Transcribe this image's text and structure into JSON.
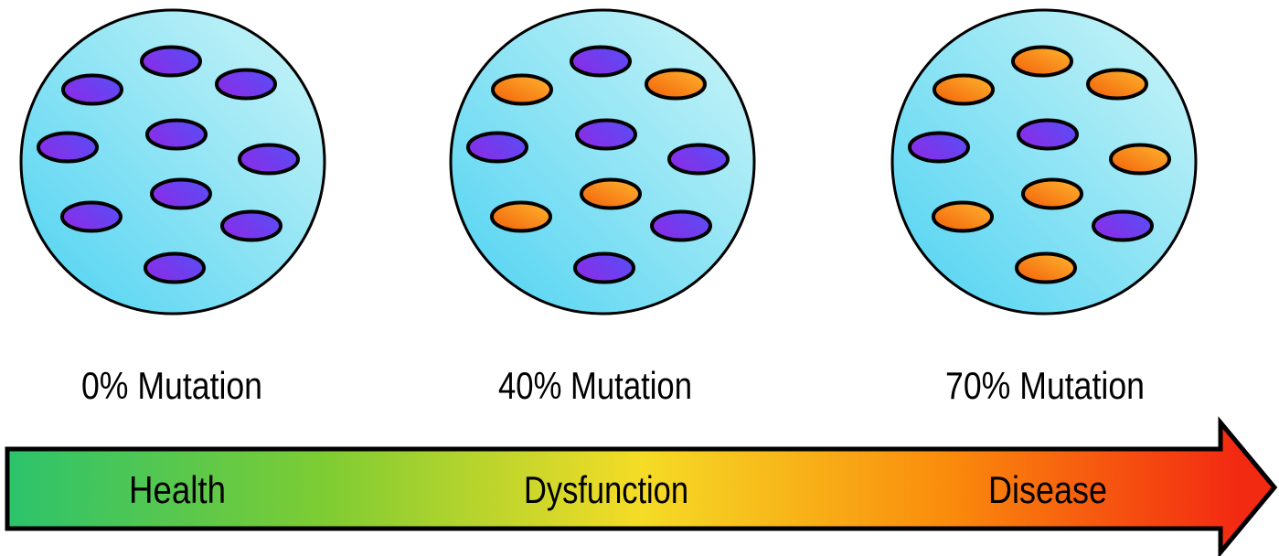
{
  "figure": {
    "cells": [
      {
        "label": "0% Mutation",
        "mutation_percent": 0,
        "total_organelles": 10,
        "mutant_count": 0,
        "organelles": [
          "normal",
          "normal",
          "normal",
          "normal",
          "normal",
          "normal",
          "normal",
          "normal",
          "normal",
          "normal"
        ]
      },
      {
        "label": "40% Mutation",
        "mutation_percent": 40,
        "total_organelles": 10,
        "mutant_count": 4,
        "organelles": [
          "normal",
          "mutant",
          "mutant",
          "normal",
          "normal",
          "normal",
          "mutant",
          "mutant",
          "normal",
          "normal"
        ]
      },
      {
        "label": "70% Mutation",
        "mutation_percent": 70,
        "total_organelles": 10,
        "mutant_count": 7,
        "organelles": [
          "mutant",
          "mutant",
          "mutant",
          "normal",
          "normal",
          "mutant",
          "mutant",
          "mutant",
          "normal",
          "mutant"
        ]
      }
    ],
    "axis": {
      "labels": [
        "Health",
        "Dysfunction",
        "Disease"
      ]
    },
    "colors": {
      "cell_fill_start": "#4ED2F2",
      "cell_fill_end": "#CDF5F7",
      "normal_start": "#8B2BE6",
      "normal_end": "#5A4DF5",
      "mutant_start": "#F2600A",
      "mutant_end": "#FFB52E",
      "arrow_stop_0": "#2CC36C",
      "arrow_stop_1": "#7ECC33",
      "arrow_stop_2": "#F5DC26",
      "arrow_stop_3": "#FA8C0C",
      "arrow_stop_4": "#F32A12",
      "outline": "#000000"
    }
  }
}
